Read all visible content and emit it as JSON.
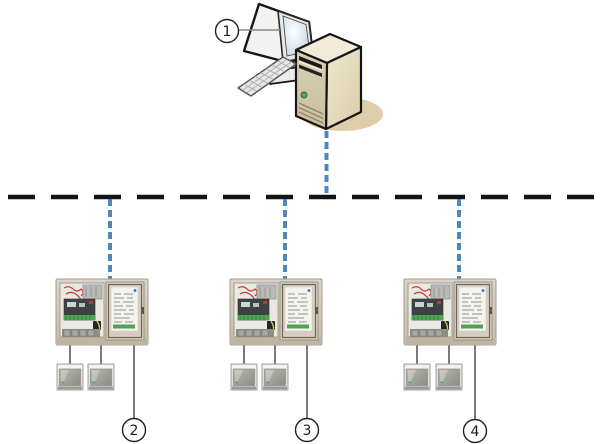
{
  "diagram": {
    "type": "network-topology",
    "background": "#ffffff",
    "nodes": {
      "workstation": {
        "icon": "desktop-computer-icon",
        "callout": "1"
      },
      "panels": [
        {
          "icon": "access-control-panel-photo",
          "callout": "2",
          "reader_count": 2
        },
        {
          "icon": "access-control-panel-photo",
          "callout": "3",
          "reader_count": 2
        },
        {
          "icon": "access-control-panel-photo",
          "callout": "4",
          "reader_count": 2
        }
      ]
    },
    "callouts": [
      {
        "label": "1"
      },
      {
        "label": "2"
      },
      {
        "label": "3"
      },
      {
        "label": "4"
      }
    ],
    "colors": {
      "bus_line": "#141414",
      "network_link": "#4e88bb",
      "leader_line_gray": "#8a8a8a",
      "leader_line_black": "#333333",
      "tower_beige": "#e9e2c6",
      "screen_blue": "#c5d9e7",
      "cabinet_frame": "#d2cbc0",
      "terminal_green": "#4fa351",
      "led_green": "#5aa55e",
      "reader_body": "#dededc"
    }
  }
}
